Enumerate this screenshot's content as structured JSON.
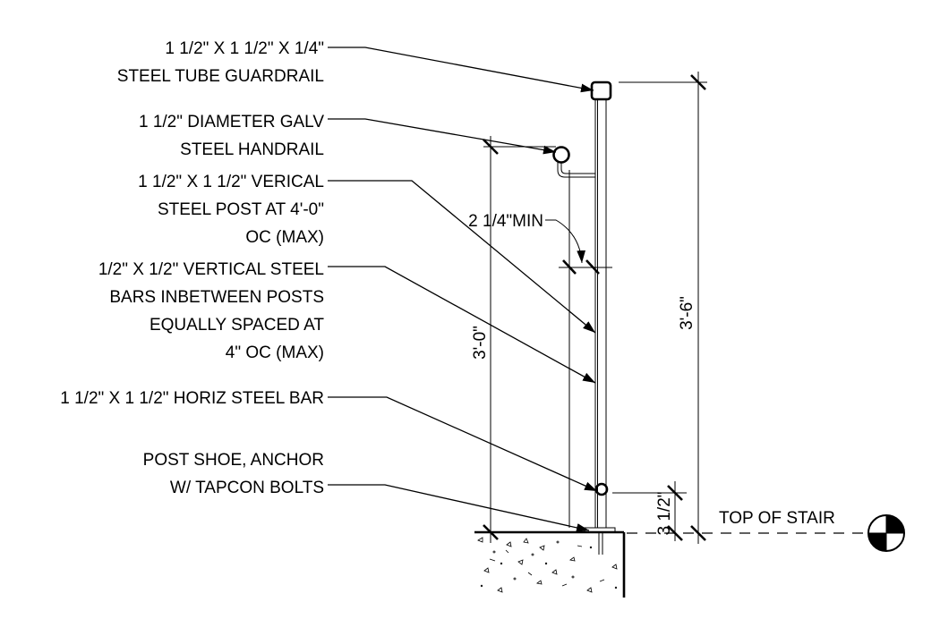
{
  "callouts": {
    "guardrail": [
      "1 1/2\" X 1 1/2\" X 1/4\"",
      "STEEL TUBE GUARDRAIL"
    ],
    "handrail": [
      "1 1/2\" DIAMETER GALV",
      "STEEL HANDRAIL"
    ],
    "post": [
      "1 1/2\" X 1 1/2\" VERICAL",
      "STEEL POST AT 4'-0\"",
      "OC (MAX)"
    ],
    "bars": [
      "1/2\" X 1/2\" VERTICAL STEEL",
      "BARS INBETWEEN POSTS",
      "EQUALLY SPACED AT",
      "4\" OC (MAX)"
    ],
    "horiz_bar": [
      "1 1/2\" X 1 1/2\" HORIZ STEEL BAR"
    ],
    "shoe": [
      "POST SHOE, ANCHOR",
      "W/ TAPCON BOLTS"
    ]
  },
  "dimensions": {
    "clearance": "2 1/4\"MIN",
    "handrail_height": "3'-0\"",
    "guardrail_height": "3'-6\"",
    "bottom_gap": "3 1/2\""
  },
  "level_label": "TOP OF STAIR"
}
